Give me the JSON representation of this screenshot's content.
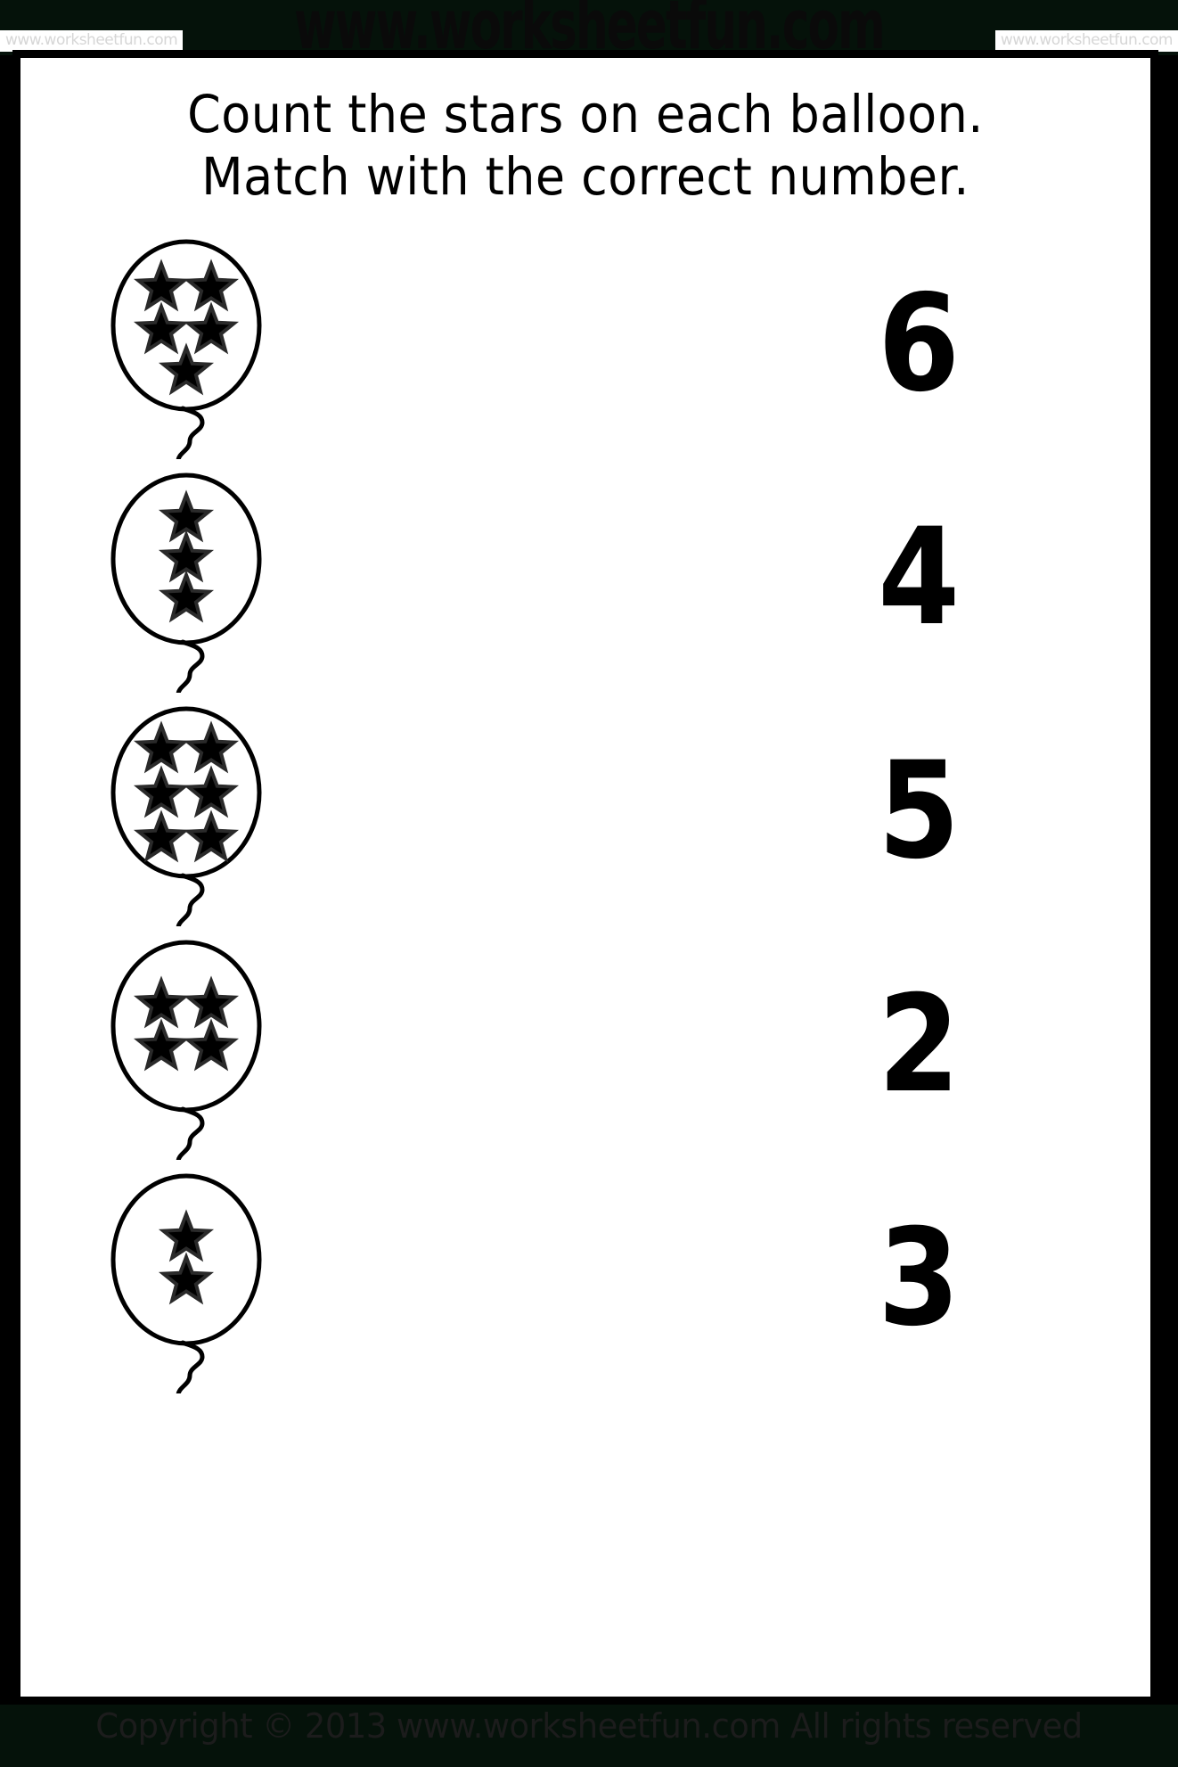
{
  "watermark": {
    "big": "www.worksheetfun.com",
    "chip_left": "www.worksheetfun.com",
    "chip_right": "www.worksheetfun.com"
  },
  "title": {
    "line1": "Count the stars on each balloon.",
    "line2": "Match with the correct number."
  },
  "footer": {
    "copyright": "Copyright © 2013 www.worksheetfun.com All rights reserved"
  },
  "colors": {
    "ink": "#000000",
    "page": "#ffffff",
    "band": "#05120a",
    "watermark_chip_text": "#d6d6d6"
  },
  "rows": [
    {
      "star_count": 5,
      "layout": "2-2-1",
      "number_label": "6"
    },
    {
      "star_count": 3,
      "layout": "1-1-1",
      "number_label": "4"
    },
    {
      "star_count": 6,
      "layout": "2-2-2",
      "number_label": "5"
    },
    {
      "star_count": 4,
      "layout": "2-2",
      "number_label": "2"
    },
    {
      "star_count": 2,
      "layout": "1-1",
      "number_label": "3"
    }
  ]
}
